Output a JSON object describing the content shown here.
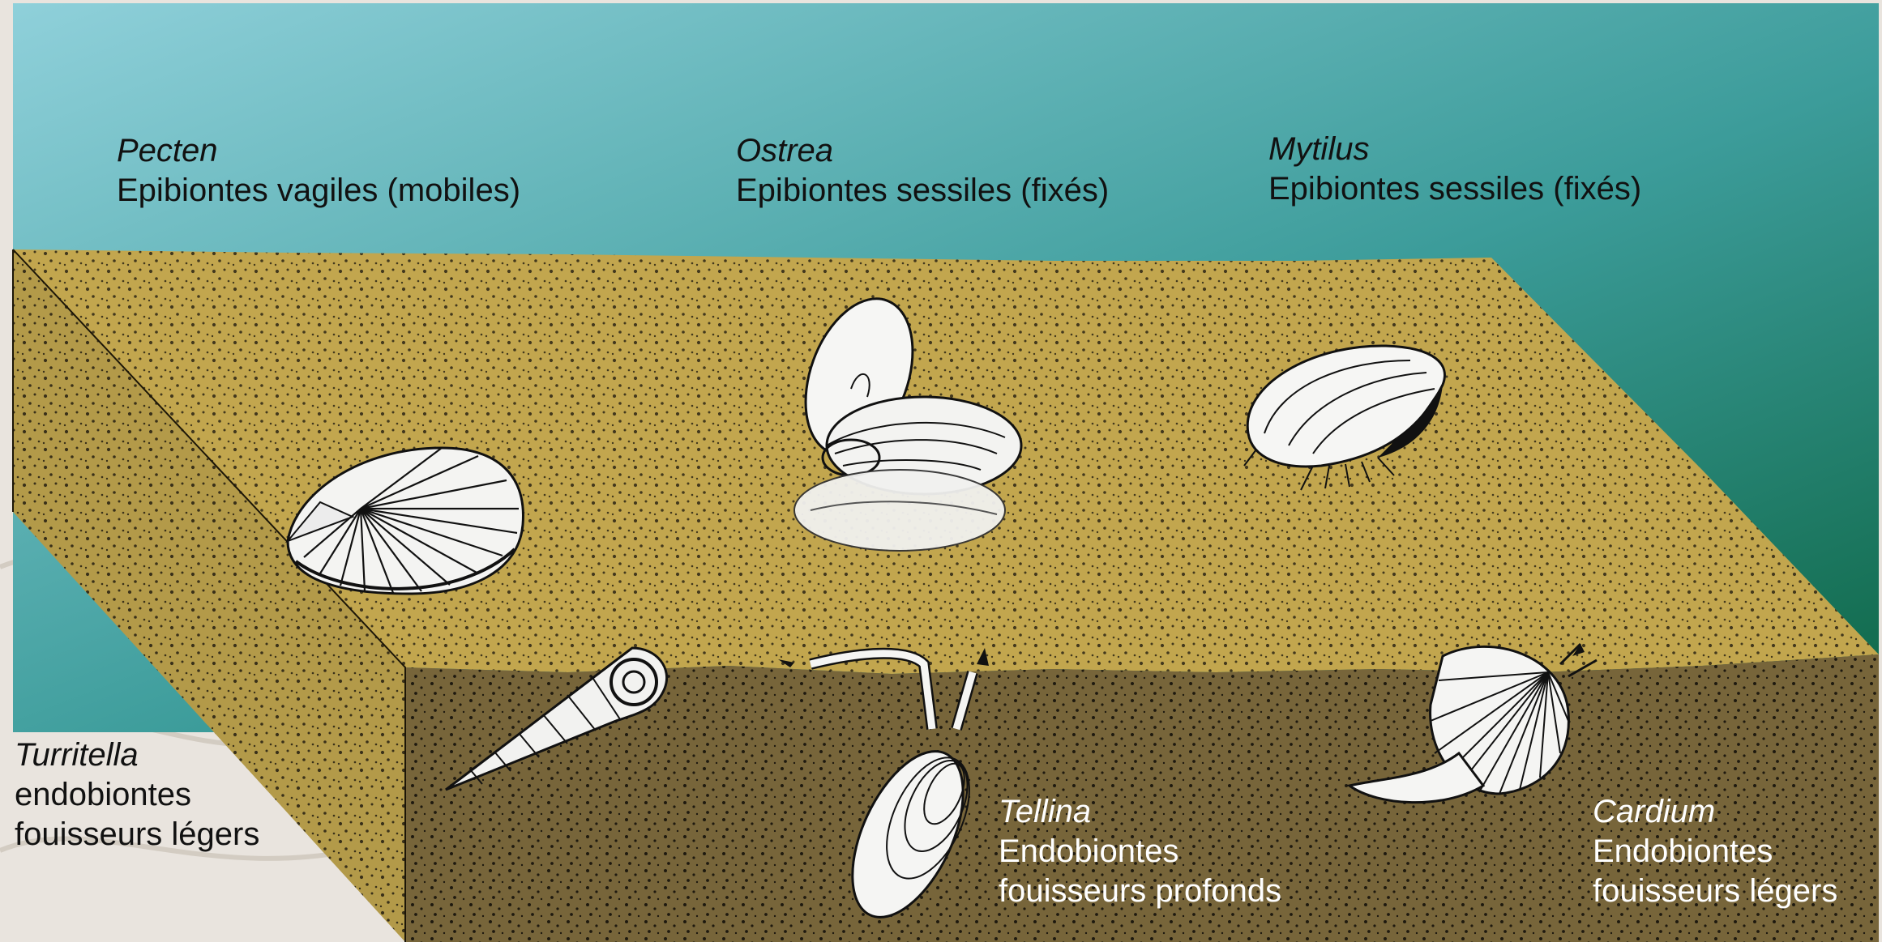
{
  "colors": {
    "water_top": "#86c8d3",
    "water_bottom": "#0f6a4a",
    "sand_surface": "#c2a64e",
    "sediment_front": "#77653a",
    "sediment_side": "#b39a49",
    "marble_bg": "#e9e4de"
  },
  "organisms": [
    {
      "genus": "Pecten",
      "description": "Epibiontes vagiles (mobiles)",
      "icon": "scallop-icon"
    },
    {
      "genus": "Ostrea",
      "description": "Epibiontes sessiles (fixés)",
      "icon": "oyster-icon"
    },
    {
      "genus": "Mytilus",
      "description": "Epibiontes sessiles  (fixés)",
      "icon": "mussel-icon"
    },
    {
      "genus": "Turritella",
      "description_lines": [
        "endobiontes",
        "fouisseurs légers"
      ],
      "icon": "turritella-shell-icon"
    },
    {
      "genus": "Tellina",
      "description_lines": [
        "Endobiontes",
        "fouisseurs profonds"
      ],
      "icon": "tellina-clam-icon"
    },
    {
      "genus": "Cardium",
      "description_lines": [
        "Endobiontes",
        "fouisseurs  légers"
      ],
      "icon": "cockle-icon"
    }
  ]
}
